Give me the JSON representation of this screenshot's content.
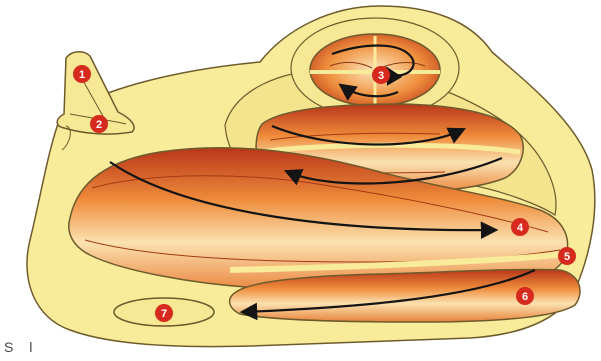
{
  "diagram": {
    "markers": [
      {
        "id": "1",
        "label": "1"
      },
      {
        "id": "2",
        "label": "2"
      },
      {
        "id": "3",
        "label": "3"
      },
      {
        "id": "4",
        "label": "4"
      },
      {
        "id": "5",
        "label": "5"
      },
      {
        "id": "6",
        "label": "6"
      },
      {
        "id": "7",
        "label": "7"
      }
    ],
    "caption": "S l"
  },
  "colors": {
    "body": "#f8ec9a",
    "outline": "#6e5b2c",
    "tissue_dark": "#c8431c",
    "tissue_mid": "#ec8a3c",
    "tissue_light": "#fbe6b8",
    "marker": "#d72a1e",
    "arrow": "#141414"
  }
}
